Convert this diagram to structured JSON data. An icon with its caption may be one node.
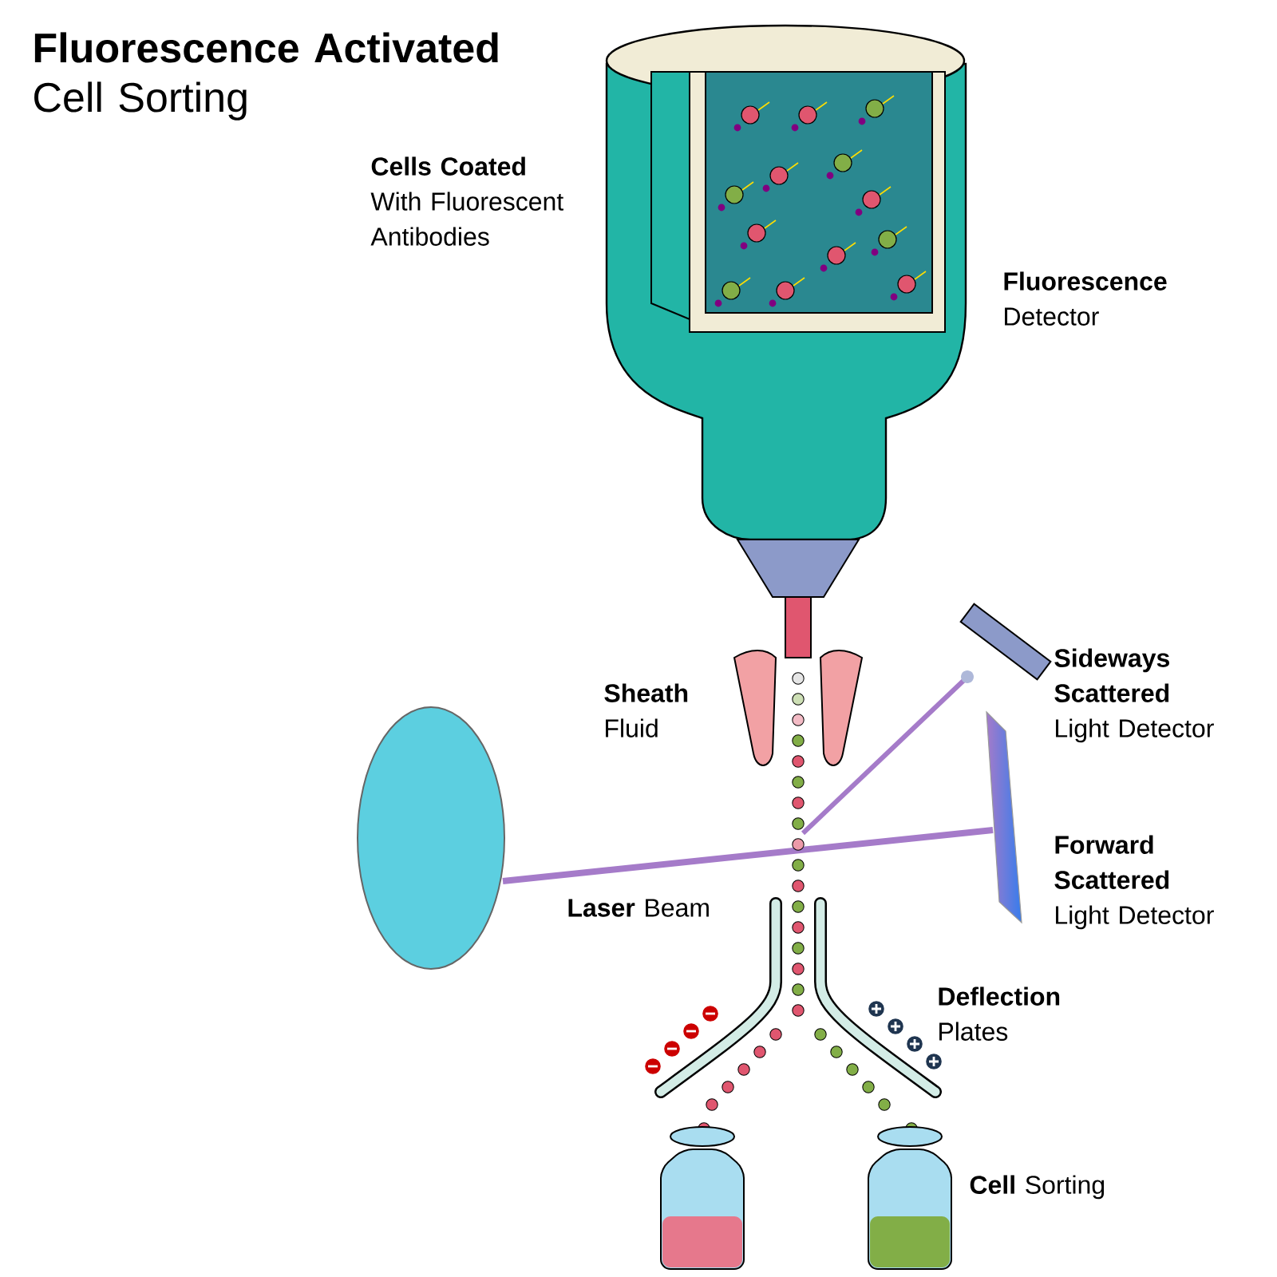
{
  "diagram": {
    "title": "**Fluorescence Activated** Cell Sorting",
    "labels": [
      "**Cells Coated** With Fluorescent Antibodies",
      "**Fluorescence** Detector",
      "**Sheath** Fluid",
      "**Sideways Scattered** Light Detector",
      "**Forward Scattered** Light Detector",
      "**Laser** Beam",
      "**Deflection** Plates",
      "**Cell** Sorting"
    ]
  }
}
